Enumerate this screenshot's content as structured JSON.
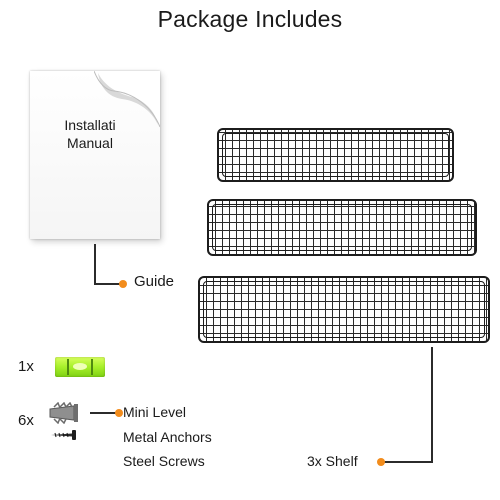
{
  "header": {
    "title": "Package Includes"
  },
  "manual": {
    "line1": "Installati",
    "line2": "Manual"
  },
  "guide": {
    "label": "Guide"
  },
  "level": {
    "count": "1x"
  },
  "hardware": {
    "count": "6x",
    "items": [
      "Mini Level",
      "Metal Anchors",
      "Steel Screws"
    ]
  },
  "shelves": {
    "label": "3x Shelf"
  },
  "colors": {
    "accent": "#f28c1c",
    "level_green": "#a7f02a",
    "wire": "#1c1c1c"
  }
}
